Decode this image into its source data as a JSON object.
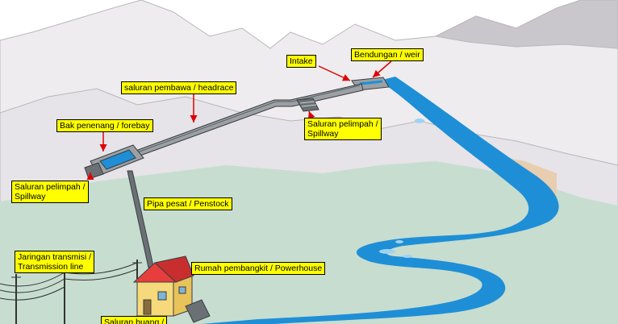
{
  "labels": {
    "intake": "Intake",
    "weir": "Bendungan / weir",
    "headrace": "saluran pembawa / headrace",
    "forebay": "Bak penenang / forebay",
    "spillway_upper": "Saluran pelimpah /\nSpillway",
    "spillway_lower": "Saluran pelimpah /\nSpillway",
    "penstock": "Pipa pesat / Penstock",
    "transmission": "Jaringan transmisi /\nTransmission line",
    "powerhouse": "Rumah pembangkit / Powerhouse",
    "tailrace": "Saluran buang /"
  },
  "colors": {
    "sky": "#ffffff",
    "mountain": "#eeecee",
    "mountain_shade": "#c9c7cb",
    "valley": "#c7ddd0",
    "river": "#1e8fd6",
    "river_light": "#9fd3f0",
    "channel": "#9aa0a4",
    "channel_edge": "#3a3e42",
    "house_wall": "#f5d97a",
    "house_roof": "#e63d3d",
    "label_bg": "#ffff00",
    "arrow": "#e00000",
    "sand": "#e8cdb0"
  }
}
